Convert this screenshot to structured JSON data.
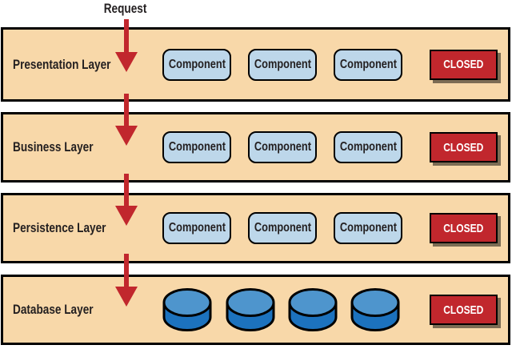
{
  "request_label": "Request",
  "layers": [
    {
      "label": "Presentation Layer",
      "components": [
        "Component",
        "Component",
        "Component"
      ],
      "closed_label": "CLOSED"
    },
    {
      "label": "Business Layer",
      "components": [
        "Component",
        "Component",
        "Component"
      ],
      "closed_label": "CLOSED"
    },
    {
      "label": "Persistence Layer",
      "components": [
        "Component",
        "Component",
        "Component"
      ],
      "closed_label": "CLOSED"
    },
    {
      "label": "Database Layer",
      "database_count": 4,
      "closed_label": "CLOSED"
    }
  ],
  "icons": {
    "request_arrow": "down-arrow-icon",
    "database": "database-cylinder-icon"
  },
  "colors": {
    "layer_fill": "#F8D8A9",
    "layer_border": "#000000",
    "component_fill": "#BDD7EA",
    "closed_fill": "#C1272D",
    "closed_text": "#FFFFFF",
    "arrow_color": "#C1272D",
    "database_top": "#4E95CD",
    "database_body": "#1C72BE",
    "label_text": "#231F20"
  }
}
